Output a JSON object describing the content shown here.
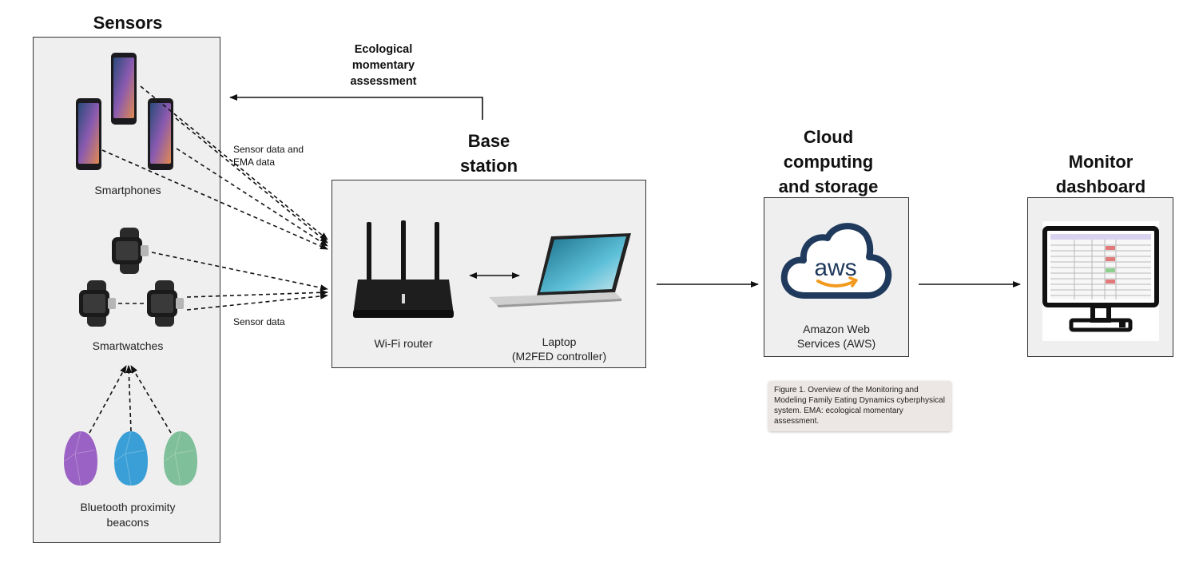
{
  "sensors": {
    "heading": "Sensors",
    "smartphones_label": "Smartphones",
    "smartwatches_label": "Smartwatches",
    "beacons_label_line1": "Bluetooth proximity",
    "beacons_label_line2": "beacons",
    "beacon_colors": [
      "#9a62c4",
      "#3a9fd6",
      "#7fbf9a"
    ]
  },
  "arrows": {
    "ema_line1": "Ecological",
    "ema_line2": "momentary",
    "ema_line3": "assessment",
    "sensor_ema_line1": "Sensor data and",
    "sensor_ema_line2": "EMA data",
    "sensor_data": "Sensor data"
  },
  "base_station": {
    "heading_line1": "Base",
    "heading_line2": "station",
    "router_label": "Wi-Fi router",
    "laptop_line1": "Laptop",
    "laptop_line2": "(M2FED controller)"
  },
  "cloud": {
    "heading_line1": "Cloud",
    "heading_line2": "computing",
    "heading_line3": "and storage",
    "logo_text": "aws",
    "service_line1": "Amazon Web",
    "service_line2": "Services (AWS)",
    "accent_navy": "#1f3a5c",
    "accent_orange": "#f29a1f"
  },
  "monitor": {
    "heading_line1": "Monitor",
    "heading_line2": "dashboard"
  },
  "caption": {
    "text": "Figure 1. Overview of the Monitoring and Modeling Family Eating Dynamics cyberphysical system. EMA: ecological momentary assessment."
  }
}
